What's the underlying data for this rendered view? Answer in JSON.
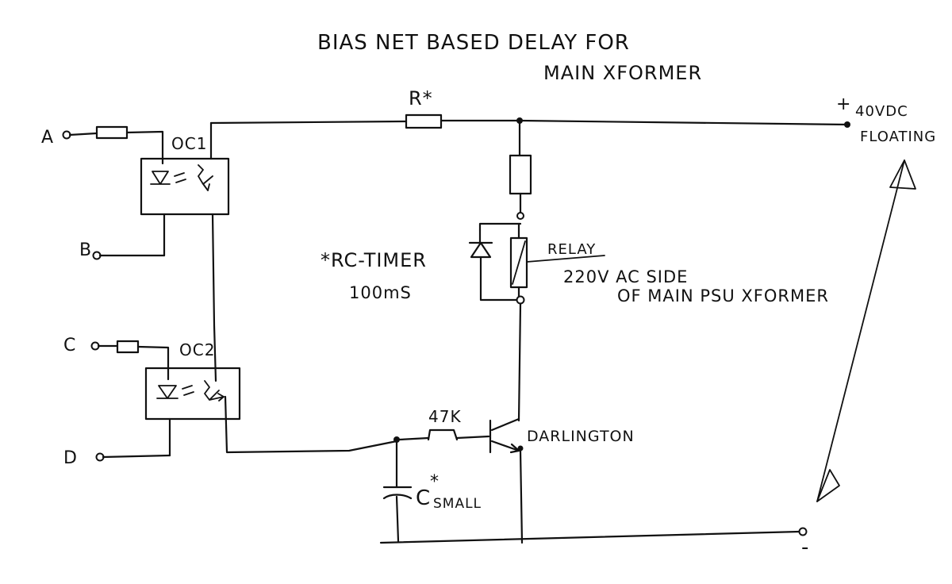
{
  "title": {
    "line1": "BIAS NET BASED DELAY FOR",
    "line2": "MAIN XFORMER"
  },
  "terminals": {
    "a": "A",
    "b": "B",
    "c": "C",
    "d": "D"
  },
  "components": {
    "r_star": "R*",
    "oc1": "OC1",
    "oc2": "OC2",
    "relay": "RELAY",
    "relay_note_line1": "220V AC SIDE",
    "relay_note_line2": "OF MAIN PSU XFORMER",
    "rc_timer_line1": "*RC-TIMER",
    "rc_timer_line2": "100mS",
    "base_resistor": "47K",
    "capacitor": "C",
    "capacitor_star": "*",
    "capacitor_note": "SMALL",
    "transistor": "DARLINGTON"
  },
  "supply": {
    "plus_sign": "+",
    "voltage": "40VDC",
    "floating": "FLOATING",
    "minus_sign": "-"
  }
}
